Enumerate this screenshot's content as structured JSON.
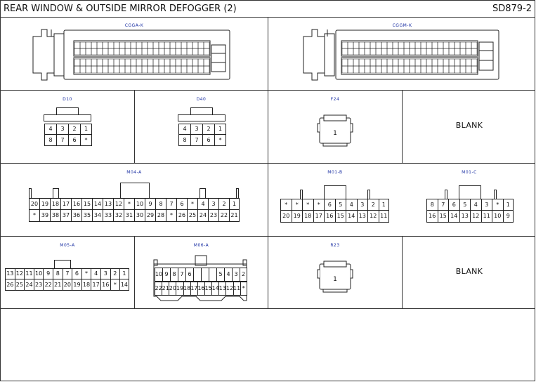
{
  "header": {
    "title": "REAR WINDOW & OUTSIDE MIRROR DEFOGGER (2)",
    "code": "SD879-2"
  },
  "connectors": {
    "cgga_k": {
      "name": "CGGA-K"
    },
    "cggm_k": {
      "name": "CGGM-K"
    },
    "d10": {
      "name": "D10",
      "rows": [
        [
          "4",
          "3",
          "2",
          "1"
        ],
        [
          "8",
          "7",
          "6",
          "*"
        ]
      ]
    },
    "d40": {
      "name": "D40",
      "rows": [
        [
          "4",
          "3",
          "2",
          "1"
        ],
        [
          "8",
          "7",
          "6",
          "*"
        ]
      ]
    },
    "f24": {
      "name": "F24",
      "pin": "1"
    },
    "blank1": {
      "label": "BLANK"
    },
    "m04_a": {
      "name": "M04-A",
      "rows": [
        [
          "20",
          "19",
          "18",
          "17",
          "16",
          "15",
          "14",
          "13",
          "12",
          "*",
          "10",
          "9",
          "8",
          "7",
          "6",
          "*",
          "4",
          "3",
          "2",
          "1"
        ],
        [
          "*",
          "39",
          "38",
          "37",
          "36",
          "35",
          "34",
          "33",
          "32",
          "31",
          "30",
          "29",
          "28",
          "*",
          "26",
          "25",
          "24",
          "23",
          "22",
          "21"
        ]
      ]
    },
    "m01_b": {
      "name": "M01-B",
      "rows": [
        [
          "*",
          "*",
          "*",
          "*",
          "6",
          "5",
          "4",
          "3",
          "2",
          "1"
        ],
        [
          "20",
          "19",
          "18",
          "17",
          "16",
          "15",
          "14",
          "13",
          "12",
          "11"
        ]
      ]
    },
    "m01_c": {
      "name": "M01-C",
      "rows": [
        [
          "8",
          "7",
          "6",
          "5",
          "4",
          "3",
          "*",
          "1"
        ],
        [
          "16",
          "15",
          "14",
          "13",
          "12",
          "11",
          "10",
          "9"
        ]
      ]
    },
    "m05_a": {
      "name": "M05-A",
      "rows": [
        [
          "13",
          "12",
          "11",
          "10",
          "9",
          "8",
          "7",
          "6",
          "*",
          "4",
          "3",
          "2",
          "1"
        ],
        [
          "26",
          "25",
          "24",
          "23",
          "22",
          "21",
          "20",
          "19",
          "18",
          "17",
          "16",
          "*",
          "14"
        ]
      ]
    },
    "m06_a": {
      "name": "M06-A",
      "rows": [
        [
          "10",
          "9",
          "8",
          "7",
          "6",
          "",
          "",
          "",
          "5",
          "4",
          "3",
          "2"
        ],
        [
          "22",
          "21",
          "20",
          "19",
          "18",
          "17",
          "16",
          "15",
          "14",
          "13",
          "12",
          "11",
          "*"
        ]
      ]
    },
    "r23": {
      "name": "R23",
      "pin": "1"
    },
    "blank2": {
      "label": "BLANK"
    }
  }
}
